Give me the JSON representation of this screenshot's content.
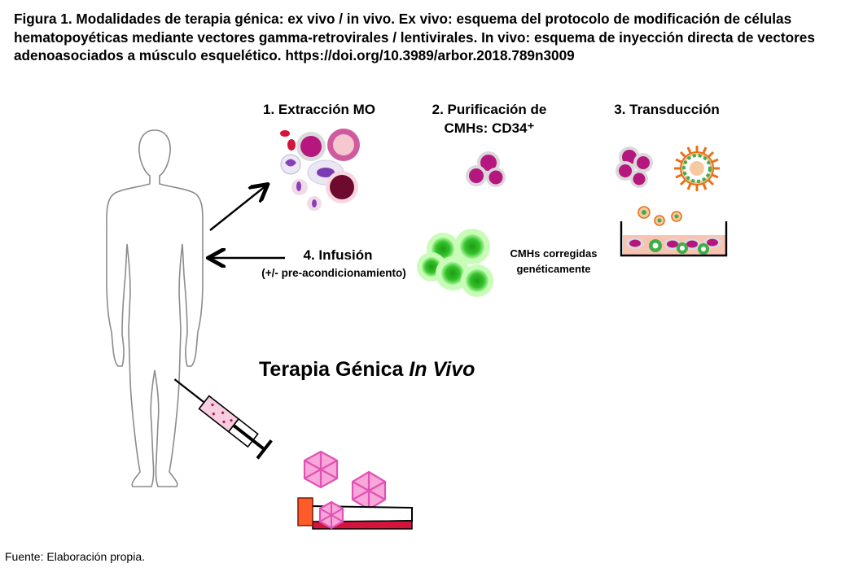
{
  "caption": "Figura 1. Modalidades de terapia génica: ex vivo / in vivo. Ex vivo: esquema del protocolo de modificación de células hematopoyéticas mediante vectores gamma-retrovirales / lentivirales. In vivo: esquema de inyección directa de vectores adenoasociados a músculo esquelético. https://doi.org/10.3989/arbor.2018.789n3009",
  "steps": {
    "extraction": "1. Extracción MO",
    "purification_line1": "2. Purificación de",
    "purification_line2": "CMHs: CD34⁺",
    "transduction": "3. Transducción",
    "infusion": "4. Infusión",
    "infusion_note": "(+/- pre-acondicionamiento)"
  },
  "corrected_cells_line1": "CMHs corregidas",
  "corrected_cells_line2": "genéticamente",
  "in_vivo_title_prefix": "Terapia Génica ",
  "in_vivo_title_italic": "In Vivo",
  "source": "Fuente: Elaboración propia.",
  "colors": {
    "cell_magenta": "#b5177f",
    "cell_grey": "#d9d9d9",
    "corrected_green": "#4cd43a",
    "virus_orange": "#e8701a",
    "capsid_pink": "#e76fc3",
    "syringe_red": "#d3143c"
  }
}
